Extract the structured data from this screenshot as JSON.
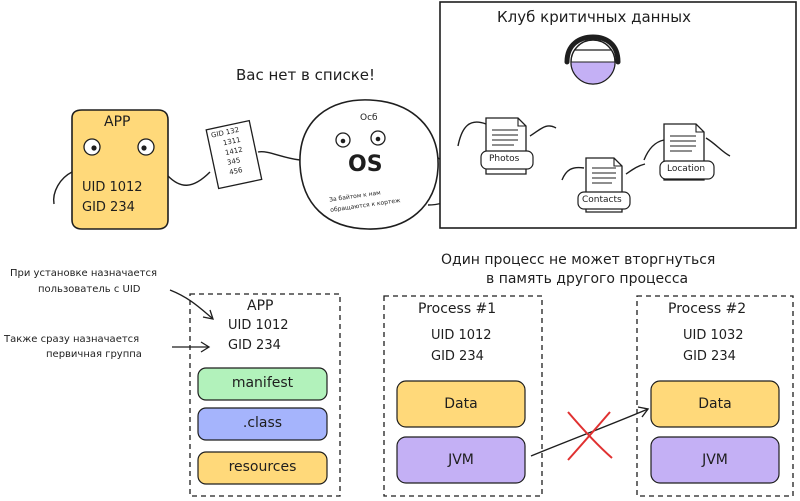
{
  "club": {
    "title": "Клуб критичных данных",
    "items": [
      "Photos",
      "Contacts",
      "Location"
    ]
  },
  "os": {
    "speech": "Вас нет в списке!",
    "label": "OS",
    "top_label": "Осб",
    "note_line1": "За байтом к нам",
    "note_line2": "обращаются к кортеж"
  },
  "app_top": {
    "title": "APP",
    "uid": "UID 1012",
    "gid": "GID 234"
  },
  "paper_card": {
    "lines": [
      "GID 132",
      "1311",
      "1412",
      "345",
      "456"
    ]
  },
  "notes": {
    "uid_note_line1": "При установке назначается",
    "uid_note_line2": "пользователь с UID",
    "gid_note_line1": "Также сразу назначается",
    "gid_note_line2": "первичная группа"
  },
  "app_box": {
    "title": "APP",
    "uid": "UID 1012",
    "gid": "GID 234",
    "blocks": [
      "manifest",
      ".class",
      "resources"
    ]
  },
  "processes": {
    "heading_line1": "Один процесс не может вторгнуться",
    "heading_line2": "в память другого процесса",
    "p1": {
      "title": "Process #1",
      "uid": "UID 1012",
      "gid": "GID 234",
      "data": "Data",
      "jvm": "JVM"
    },
    "p2": {
      "title": "Process #2",
      "uid": "UID 1032",
      "gid": "GID 234",
      "data": "Data",
      "jvm": "JVM"
    }
  },
  "colors": {
    "stroke": "#1e1e1e",
    "yellow": "#ffd97a",
    "green": "#b2f2bb",
    "blue": "#a5b4fc",
    "purple": "#c4b0f5",
    "red": "#e03131"
  }
}
